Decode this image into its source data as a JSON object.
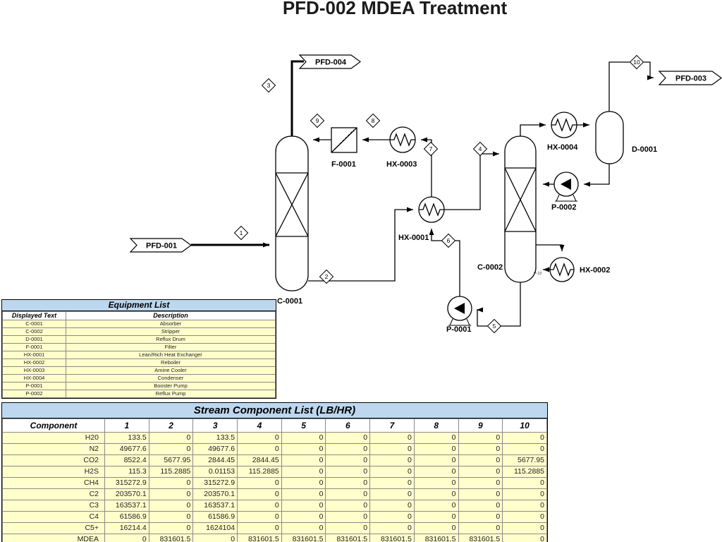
{
  "page_title": "PFD-002 MDEA Treatment",
  "diagram": {
    "offpage_connectors": {
      "pfd001": "PFD-001",
      "pfd004": "PFD-004",
      "pfd003": "PFD-003"
    },
    "equipment_labels": {
      "c0001": "C-0001",
      "c0002": "C-0002",
      "d0001": "D-0001",
      "f0001": "F-0001",
      "hx0001": "HX-0001",
      "hx0002": "HX-0002",
      "hx0003": "HX-0003",
      "hx0004": "HX-0004",
      "p0001": "P-0001",
      "p0002": "P-0002",
      "p22_note": "P-22"
    },
    "stream_numbers": {
      "s1": "1",
      "s2": "2",
      "s3": "3",
      "s4": "4",
      "s5": "5",
      "s6": "6",
      "s7": "7",
      "s8": "8",
      "s9": "9",
      "s10": "10"
    }
  },
  "equipment_table": {
    "title": "Equipment List",
    "columns": [
      "Displayed Text",
      "Description"
    ],
    "rows": [
      [
        "C-0001",
        "Absorber"
      ],
      [
        "C-0002",
        "Stripper"
      ],
      [
        "D-0001",
        "Reflux Drum"
      ],
      [
        "F-0001",
        "Filter"
      ],
      [
        "HX-0001",
        "Lean/Rich Heat Exchanger"
      ],
      [
        "HX-0002",
        "Reboiler"
      ],
      [
        "HX-0003",
        "Amine Cooler"
      ],
      [
        "HX-0004",
        "Condenser"
      ],
      [
        "P-0001",
        "Booster Pump"
      ],
      [
        "P-0002",
        "Reflux Pump"
      ]
    ]
  },
  "stream_table": {
    "title": "Stream Component List (LB/HR)",
    "columns": [
      "Component",
      "1",
      "2",
      "3",
      "4",
      "5",
      "6",
      "7",
      "8",
      "9",
      "10"
    ],
    "rows": [
      [
        "H20",
        "133.5",
        "0",
        "133.5",
        "0",
        "0",
        "0",
        "0",
        "0",
        "0",
        "0"
      ],
      [
        "N2",
        "49677.6",
        "0",
        "49677.6",
        "0",
        "0",
        "0",
        "0",
        "0",
        "0",
        "0"
      ],
      [
        "CO2",
        "8522.4",
        "5677.95",
        "2844.45",
        "2844.45",
        "0",
        "0",
        "0",
        "0",
        "0",
        "5677.95"
      ],
      [
        "H2S",
        "115.3",
        "115.2885",
        "0.01153",
        "115.2885",
        "0",
        "0",
        "0",
        "0",
        "0",
        "115.2885"
      ],
      [
        "CH4",
        "315272.9",
        "0",
        "315272.9",
        "0",
        "0",
        "0",
        "0",
        "0",
        "0",
        "0"
      ],
      [
        "C2",
        "203570.1",
        "0",
        "203570.1",
        "0",
        "0",
        "0",
        "0",
        "0",
        "0",
        "0"
      ],
      [
        "C3",
        "163537.1",
        "0",
        "163537.1",
        "0",
        "0",
        "0",
        "0",
        "0",
        "0",
        "0"
      ],
      [
        "C4",
        "61586.9",
        "0",
        "61586.9",
        "0",
        "0",
        "0",
        "0",
        "0",
        "0",
        "0"
      ],
      [
        "C5+",
        "16214.4",
        "0",
        "1624104",
        "0",
        "0",
        "0",
        "0",
        "0",
        "0",
        "0"
      ],
      [
        "MDEA",
        "0",
        "831601.5",
        "0",
        "831601.5",
        "831601.5",
        "831601.5",
        "831601.5",
        "831601.5",
        "831601.5",
        "0"
      ]
    ]
  },
  "colors": {
    "table_header_bg": "#BDD7EE",
    "table_body_bg": "#FFFFCC",
    "line_color": "#000000"
  }
}
